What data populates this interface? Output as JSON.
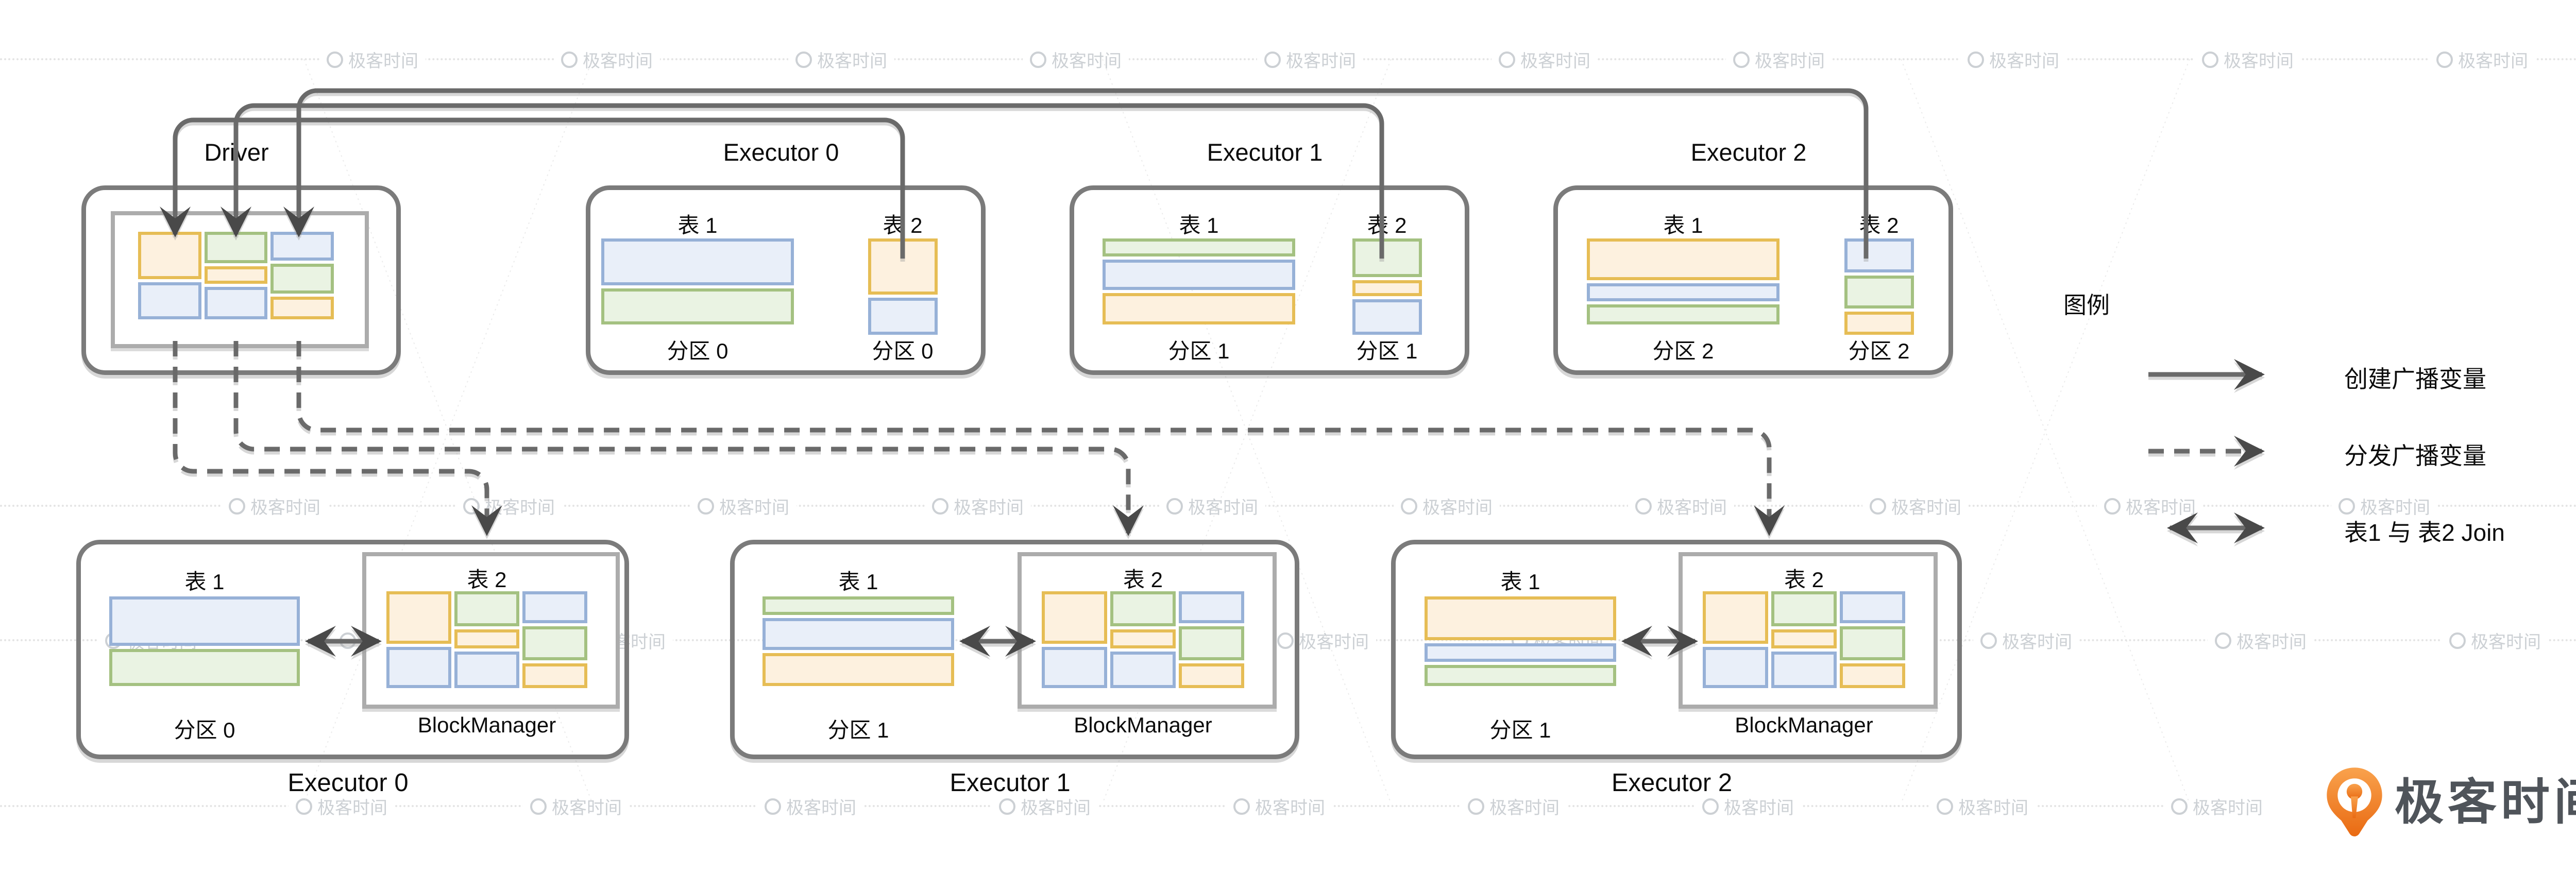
{
  "driver": {
    "title": "Driver"
  },
  "colors": {
    "orange": {
      "fill": "#FDF1DF",
      "border": "#E6BD55"
    },
    "green": {
      "fill": "#EAF3E3",
      "border": "#A4C181"
    },
    "blue": {
      "fill": "#E9EFF9",
      "border": "#97B1D7"
    },
    "box_border": "#7B7B7B",
    "inner_box_border": "#ACACAC",
    "arrow": "#6B6B6B",
    "logo_orange": "#F47B20",
    "logo_text_color": "#4F545A"
  },
  "mosaic": [
    [
      {
        "c": "orange",
        "h": 57
      },
      {
        "c": "blue",
        "h": 43
      }
    ],
    [
      {
        "c": "green",
        "h": 40
      },
      {
        "c": "orange",
        "h": 18
      },
      {
        "c": "blue",
        "h": 42
      }
    ],
    [
      {
        "c": "blue",
        "h": 36
      },
      {
        "c": "green",
        "h": 38
      },
      {
        "c": "orange",
        "h": 26
      }
    ]
  ],
  "executors_top": [
    {
      "title": "Executor 0",
      "table1_label": "表 1",
      "table2_label": "表 2",
      "partition1_label": "分区 0",
      "partition2_label": "分区 0",
      "table1_rows": [
        {
          "c": "blue",
          "h": 58
        },
        {
          "c": "green",
          "h": 42
        }
      ],
      "table2_rows": [
        {
          "c": "orange",
          "h": 62
        },
        {
          "c": "blue",
          "h": 38
        }
      ]
    },
    {
      "title": "Executor 1",
      "table1_label": "表 1",
      "table2_label": "表 2",
      "partition1_label": "分区 1",
      "partition2_label": "分区 1",
      "table1_rows": [
        {
          "c": "green",
          "h": 19
        },
        {
          "c": "blue",
          "h": 40
        },
        {
          "c": "orange",
          "h": 41
        }
      ],
      "table2_rows": [
        {
          "c": "green",
          "h": 45
        },
        {
          "c": "orange",
          "h": 14
        },
        {
          "c": "blue",
          "h": 41
        }
      ]
    },
    {
      "title": "Executor 2",
      "table1_label": "表 1",
      "table2_label": "表 2",
      "partition1_label": "分区 2",
      "partition2_label": "分区 2",
      "table1_rows": [
        {
          "c": "orange",
          "h": 58
        },
        {
          "c": "blue",
          "h": 19
        },
        {
          "c": "green",
          "h": 23
        }
      ],
      "table2_rows": [
        {
          "c": "blue",
          "h": 39
        },
        {
          "c": "green",
          "h": 37
        },
        {
          "c": "orange",
          "h": 24
        }
      ]
    }
  ],
  "executors_bottom": [
    {
      "title": "Executor 0",
      "table1_label": "表 1",
      "table2_label": "表 2",
      "partition_label": "分区 0",
      "blockmanager_label": "BlockManager",
      "table1_rows": [
        {
          "c": "blue",
          "h": 58
        },
        {
          "c": "green",
          "h": 42
        }
      ]
    },
    {
      "title": "Executor 1",
      "table1_label": "表 1",
      "table2_label": "表 2",
      "partition_label": "分区 1",
      "blockmanager_label": "BlockManager",
      "table1_rows": [
        {
          "c": "green",
          "h": 19
        },
        {
          "c": "blue",
          "h": 40
        },
        {
          "c": "orange",
          "h": 41
        }
      ]
    },
    {
      "title": "Executor 2",
      "table1_label": "表 1",
      "table2_label": "表 2",
      "partition_label": "分区 1",
      "blockmanager_label": "BlockManager",
      "table1_rows": [
        {
          "c": "orange",
          "h": 58
        },
        {
          "c": "blue",
          "h": 19
        },
        {
          "c": "green",
          "h": 23
        }
      ]
    }
  ],
  "legend": {
    "title": "图例",
    "items": [
      {
        "style": "solid",
        "label": "创建广播变量"
      },
      {
        "style": "dashed",
        "label": "分发广播变量"
      },
      {
        "style": "double",
        "label": "表1 与 表2 Join"
      }
    ]
  },
  "logo_text": "极客时间",
  "watermark_text": "极客时间"
}
